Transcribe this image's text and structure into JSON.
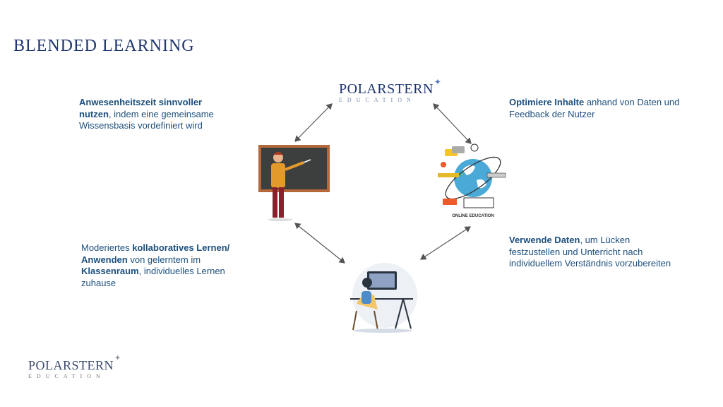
{
  "title": "BLENDED LEARNING",
  "logo_center": {
    "main": "POLARSTERN",
    "sub": "EDUCATION"
  },
  "logo_footer": {
    "main": "POLARSTERN",
    "sub": "EDUCATION"
  },
  "top_left": {
    "bold": "Anwesenheitszeit sinnvoller nutzen",
    "rest": ", indem eine gemeinsame Wissensbasis vordefiniert wird"
  },
  "top_right": {
    "bold": "Optimiere Inhalte",
    "rest": " anhand von Daten und Feedback der Nutzer"
  },
  "bottom_left": {
    "t1": "Moderiertes ",
    "b1": "kollaboratives Lernen/ Anwenden",
    "t2": " von gelerntem im ",
    "b2": "Klassenraum",
    "t3": ", individuelles Lernen zuhause"
  },
  "bottom_right": {
    "bold": "Verwende Daten",
    "rest": ", um Lücken festzustellen und Unterricht nach individuellem Verständnis vorzubereiten"
  },
  "online_caption": "ONLINE EDUCATION"
}
